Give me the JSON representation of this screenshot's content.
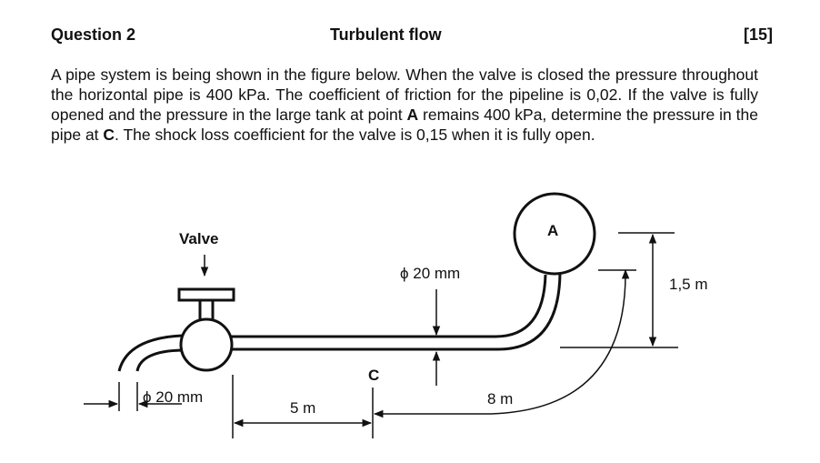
{
  "header": {
    "question": "Question 2",
    "title": "Turbulent flow",
    "marks": "[15]"
  },
  "problem": {
    "s1": "A pipe system is being shown in the figure below. When the valve is closed the pressure throughout the horizontal pipe is 400 kPa. The coefficient of friction for the pipeline is 0,02. If the valve is fully opened and the pressure in the large tank at point ",
    "point_a": "A",
    "s2": " remains 400 kPa, determine the pressure in the pipe at ",
    "point_c": "C",
    "s3": ". The shock loss coefficient for the valve is 0,15 when it is fully open."
  },
  "figure": {
    "valve_label": "Valve",
    "tank_label": "A",
    "point_c_label": "C",
    "pipe_diameter": "ϕ 20 mm",
    "outlet_diameter": "ϕ 20 mm",
    "height": "1,5 m",
    "length_1": "5 m",
    "length_2": "8 m"
  }
}
